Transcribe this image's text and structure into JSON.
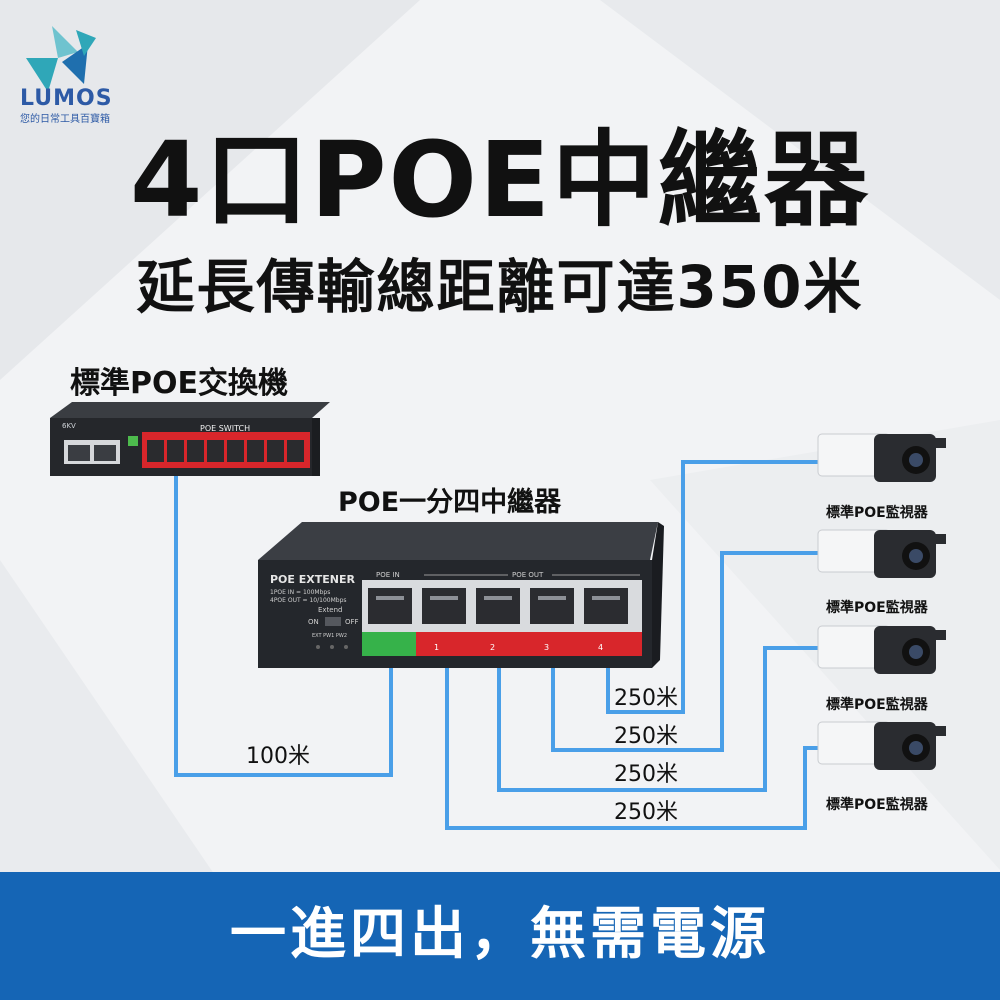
{
  "brand": {
    "name": "LUMOS",
    "tagline": "您的日常工具百寶箱",
    "logo_colors": [
      "#2fa7b8",
      "#1f6fae",
      "#6fc3cf"
    ]
  },
  "title": "4口POE中繼器",
  "subtitle": "延長傳輸總距離可達350米",
  "switch": {
    "label": "標準POE交換機",
    "brand_text": "POE SWITCH",
    "corner_text": "6KV"
  },
  "extender": {
    "label": "POE一分四中繼器",
    "device_title": "POE EXTENER",
    "spec_in": "1POE IN = 100Mbps",
    "spec_out": "4POE OUT = 10/100Mbps",
    "extend_text": "Extend",
    "switch_on": "ON",
    "switch_off": "OFF",
    "led_labels": "EXT  PW1  PW2",
    "poe_in_label": "POE IN",
    "poe_out_label": "POE OUT",
    "port_numbers": [
      "1",
      "2",
      "3",
      "4"
    ]
  },
  "distances": {
    "switch_to_extender": "100米",
    "extender_to_cameras": [
      "250米",
      "250米",
      "250米",
      "250米"
    ]
  },
  "cameras": [
    {
      "label": "標準POE監視器"
    },
    {
      "label": "標準POE監視器"
    },
    {
      "label": "標準POE監視器"
    },
    {
      "label": "標準POE監視器"
    }
  ],
  "footer": {
    "text": "一進四出，無需電源",
    "color": "#1565b5"
  },
  "colors": {
    "cable": "#4a9fe8",
    "port_red": "#d8262b",
    "port_green": "#36b24a",
    "device_body": "#2b2e33"
  }
}
